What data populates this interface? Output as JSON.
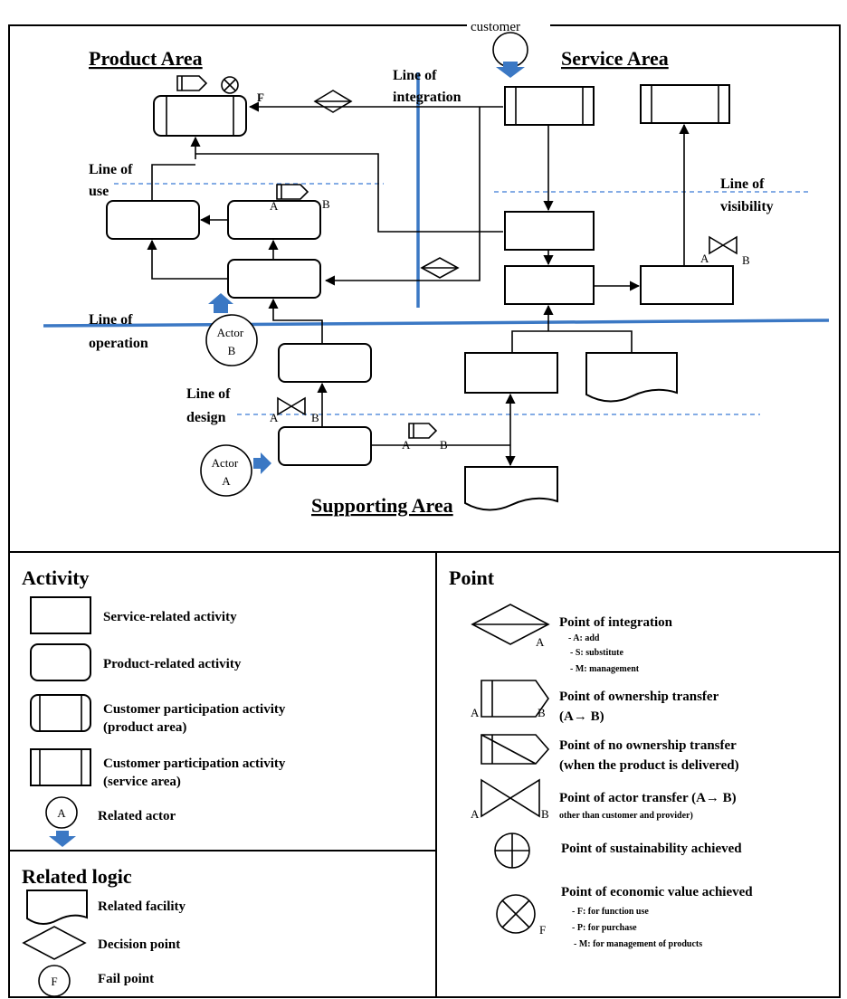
{
  "top": {
    "customer": "customer",
    "product_area": "Product Area",
    "service_area": "Service Area",
    "supporting_area": "Supporting Area",
    "line_of_integration": [
      "Line of",
      "integration"
    ],
    "line_of_use": [
      "Line of",
      "use"
    ],
    "line_of_visibility": [
      "Line of",
      "visibility"
    ],
    "line_of_operation": [
      "Line of",
      "operation"
    ],
    "line_of_design": [
      "Line of",
      "design"
    ],
    "actor_a": [
      "Actor",
      "A"
    ],
    "actor_b": [
      "Actor",
      "B"
    ],
    "fail_point_mark": "F",
    "point_a": "A",
    "point_b": "B"
  },
  "legend_activity": {
    "title": "Activity",
    "items": [
      "Service-related activity",
      "Product-related activity",
      "Customer participation activity",
      "(product area)",
      "Customer participation activity",
      "(service area)",
      "Related actor"
    ],
    "actor_letter": "A"
  },
  "legend_logic": {
    "title": "Related logic",
    "items": [
      "Related facility",
      "Decision point",
      "Fail point"
    ],
    "fail_letter": "F"
  },
  "legend_point": {
    "title": "Point",
    "integration": {
      "label": "Point of integration",
      "subs": [
        "- A: add",
        "- S: substitute",
        "- M: management"
      ],
      "mark": "A"
    },
    "ownership": {
      "label": [
        "Point of ownership transfer",
        "(A→ B)"
      ],
      "a": "A",
      "b": "B"
    },
    "no_ownership": {
      "label": [
        "Point of no ownership transfer",
        "(when the product is delivered)"
      ]
    },
    "actor_transfer": {
      "label": "Point of actor transfer (A→ B)",
      "sub": "other than customer and provider)",
      "a": "A",
      "b": "B"
    },
    "sustainability": {
      "label": "Point of sustainability achieved"
    },
    "economic": {
      "label": "Point of economic value achieved",
      "subs": [
        "- F: for function use",
        "- P: for purchase",
        "- M: for management of products"
      ],
      "mark": "F"
    }
  }
}
